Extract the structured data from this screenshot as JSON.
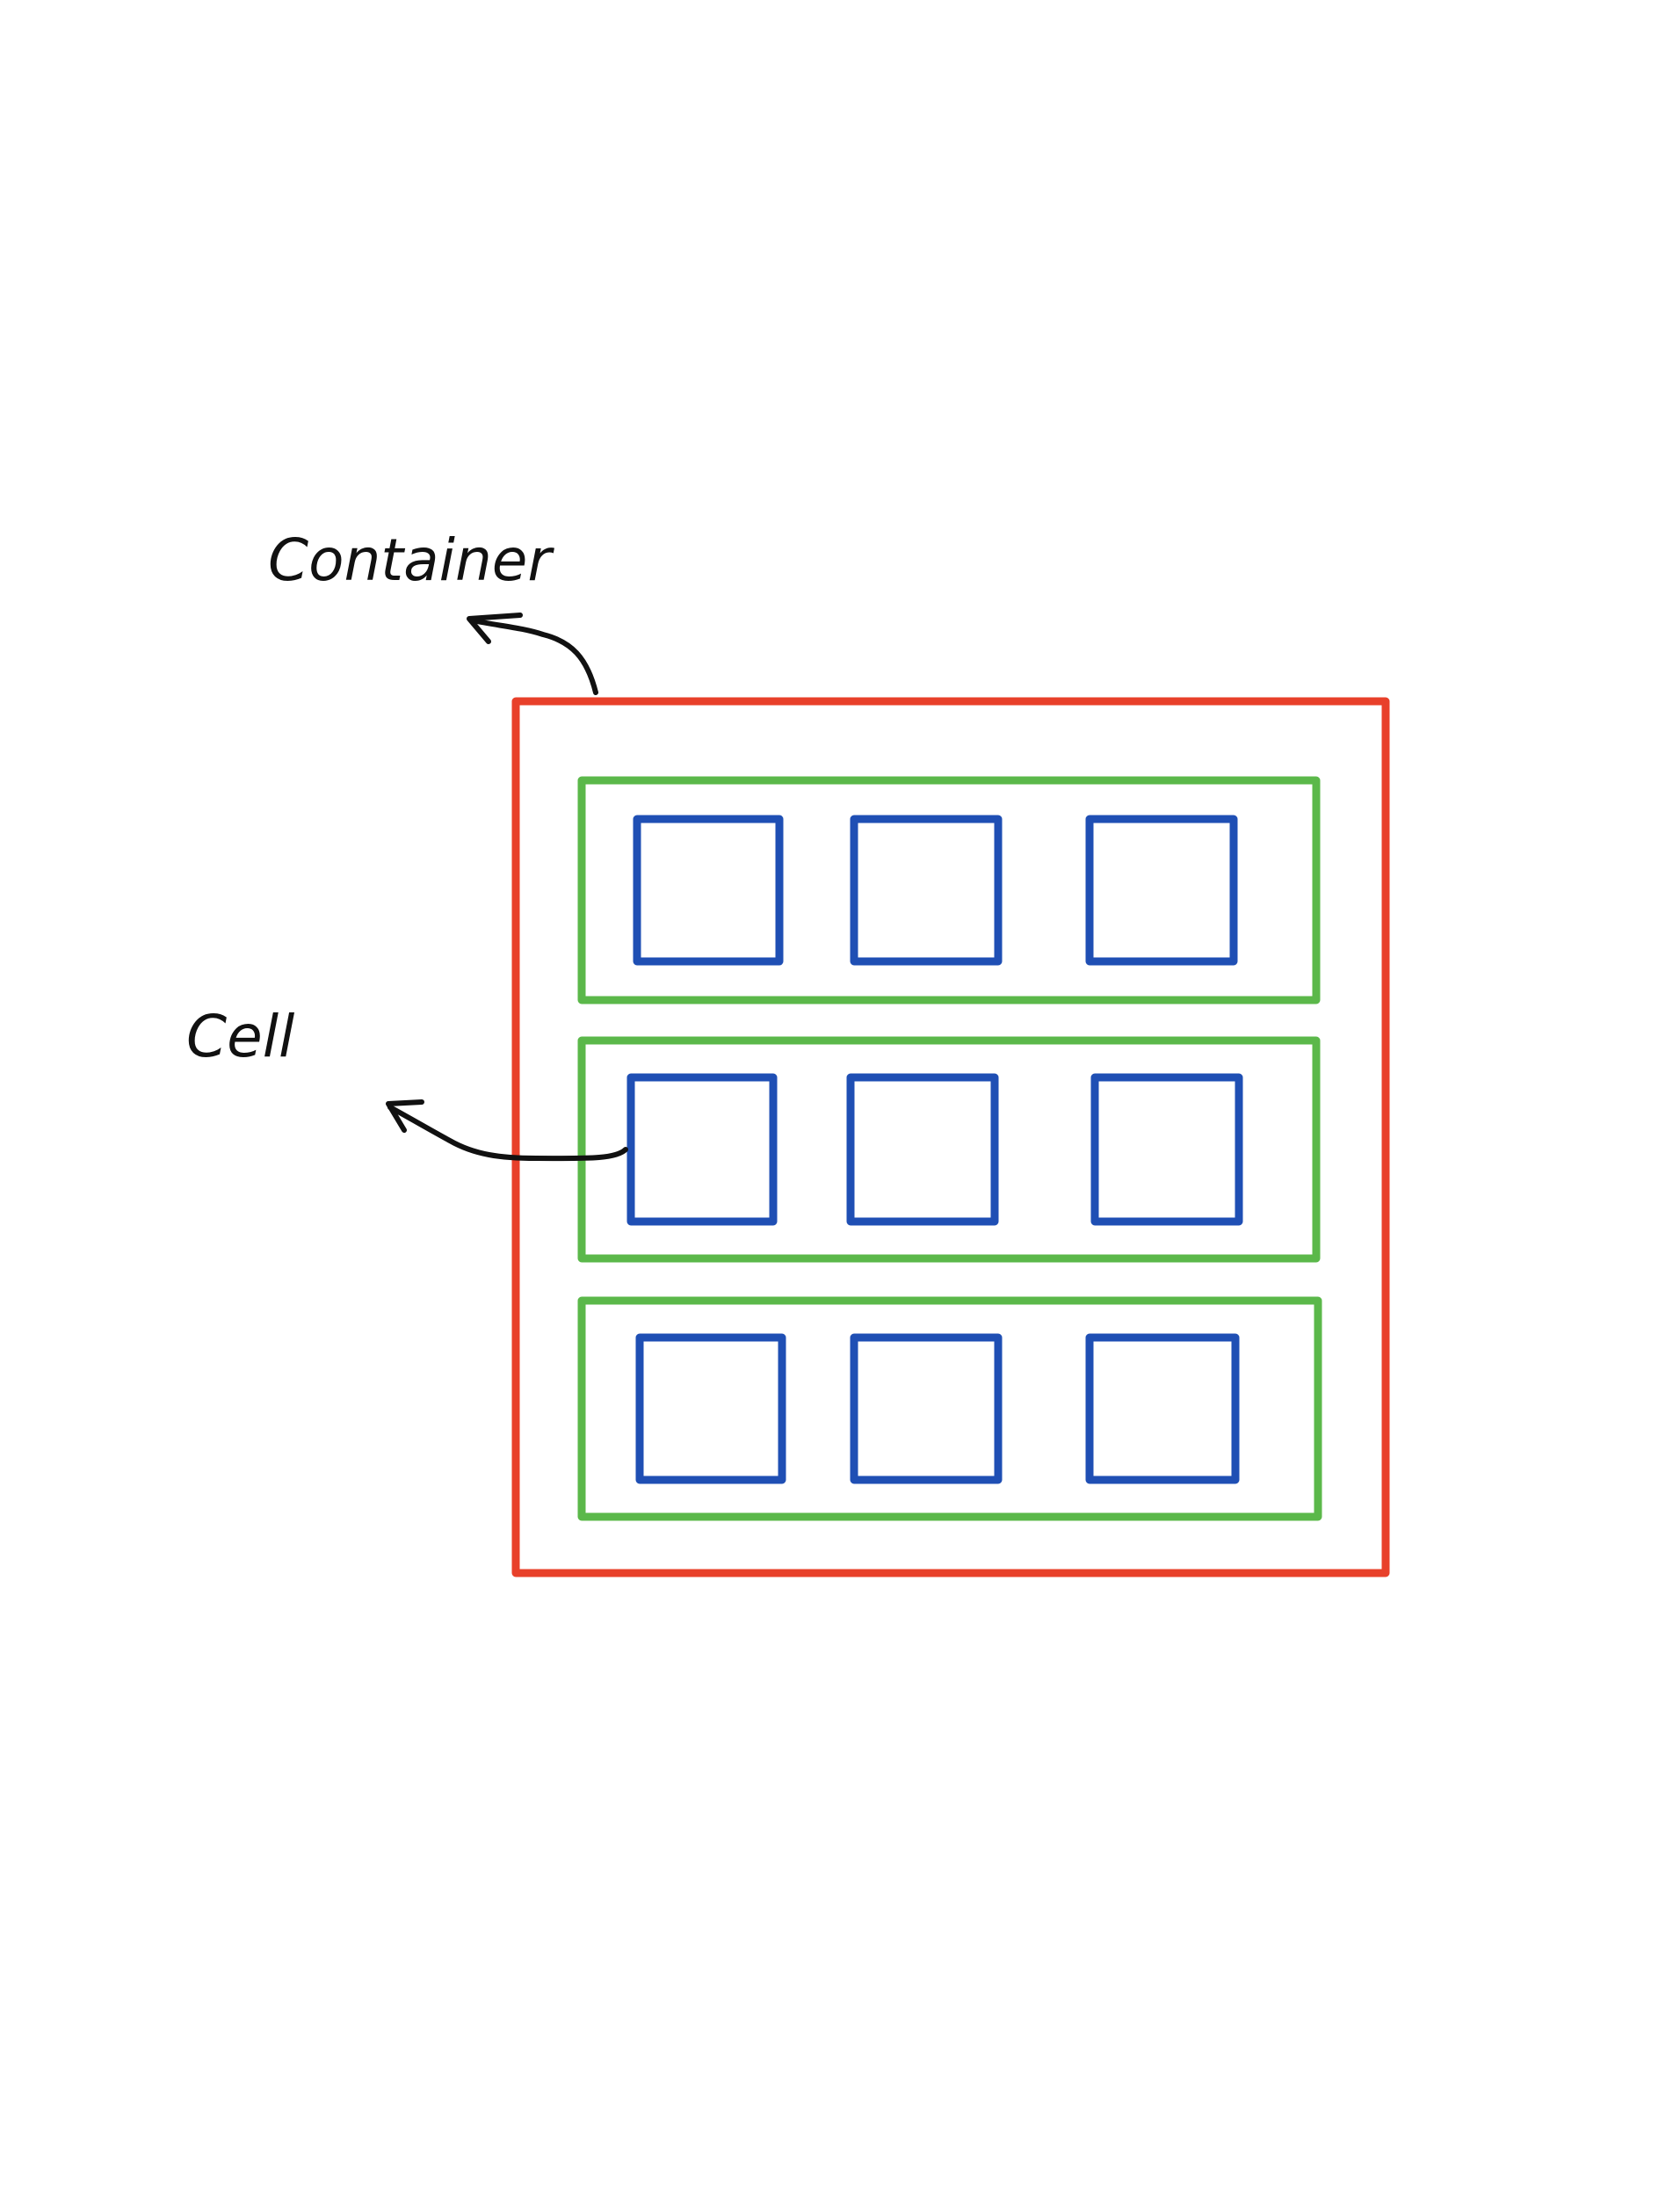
{
  "labels": {
    "container": "Container",
    "cell": "Cell"
  },
  "colors": {
    "container": "#e8402a",
    "row": "#5bb84a",
    "cell": "#1f4fb4",
    "annotation": "#111111",
    "background": "#ffffff"
  },
  "grid": {
    "rows": 3,
    "cells_per_row": 3
  }
}
